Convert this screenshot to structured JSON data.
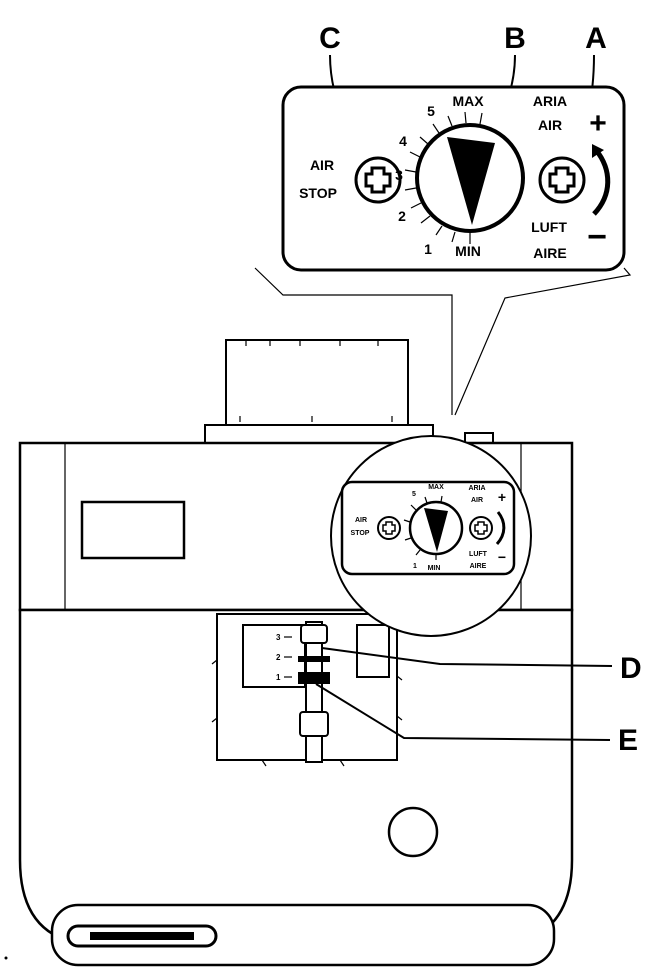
{
  "callouts": {
    "a": "A",
    "b": "B",
    "c": "C",
    "d": "D",
    "e": "E"
  },
  "panel": {
    "air_stop_line1": "AIR",
    "air_stop_line2": "STOP",
    "max": "MAX",
    "min": "MIN",
    "scale": [
      "1",
      "2",
      "3",
      "4",
      "5"
    ],
    "aria": "ARIA",
    "air": "AIR",
    "luft": "LUFT",
    "aire": "AIRE",
    "plus": "+",
    "minus": "−"
  },
  "damper_scale": [
    "3",
    "2",
    "1"
  ],
  "colors": {
    "ink": "#000000",
    "paper": "#ffffff"
  }
}
